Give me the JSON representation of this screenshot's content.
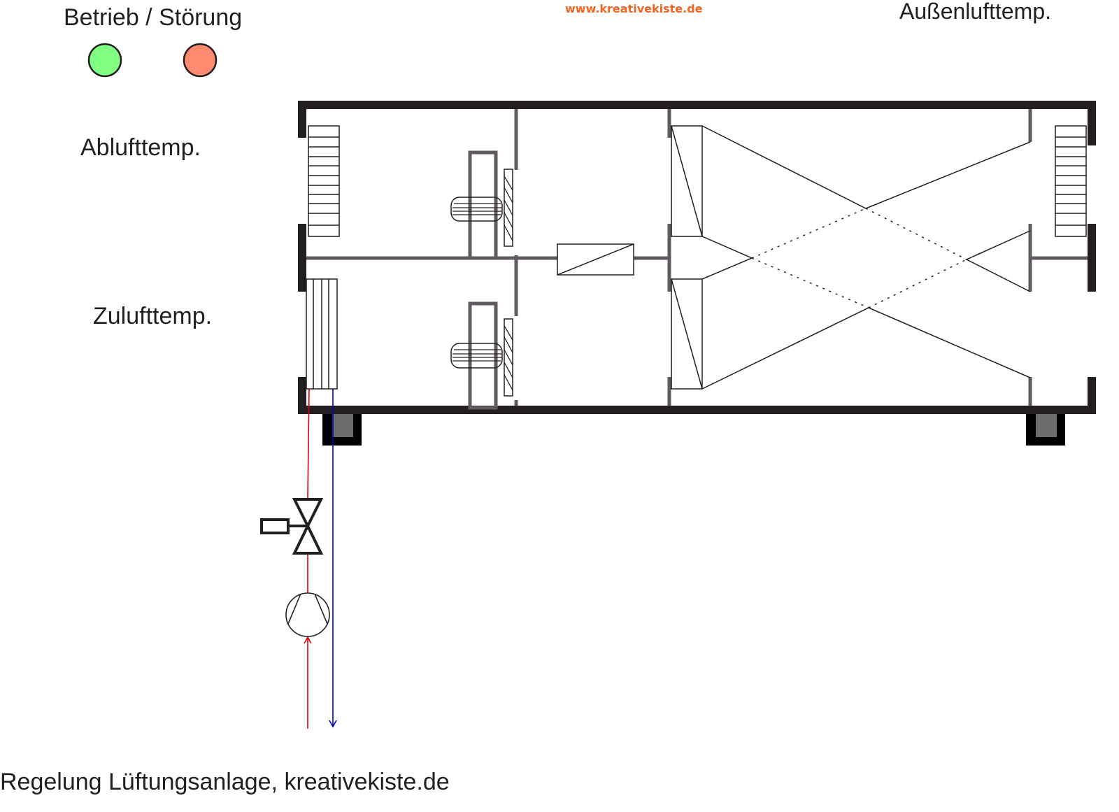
{
  "labels": {
    "status": "Betrieb / Störung",
    "outside_temp": "Außenlufttemp.",
    "exhaust_temp": "Ablufttemp.",
    "supply_temp": "Zulufttemp.",
    "footer": "Regelung Lüftungsanlage, kreativekiste.de"
  },
  "watermark": "www.kreativekiste.de",
  "indicators": [
    {
      "name": "Betrieb",
      "color": "#80ff80"
    },
    {
      "name": "Störung",
      "color": "#ff8a70"
    }
  ],
  "colors": {
    "wall": "#231f20",
    "divider": "#625a62",
    "supply_pipe": "#e00000",
    "return_pipe": "#0000c8"
  }
}
